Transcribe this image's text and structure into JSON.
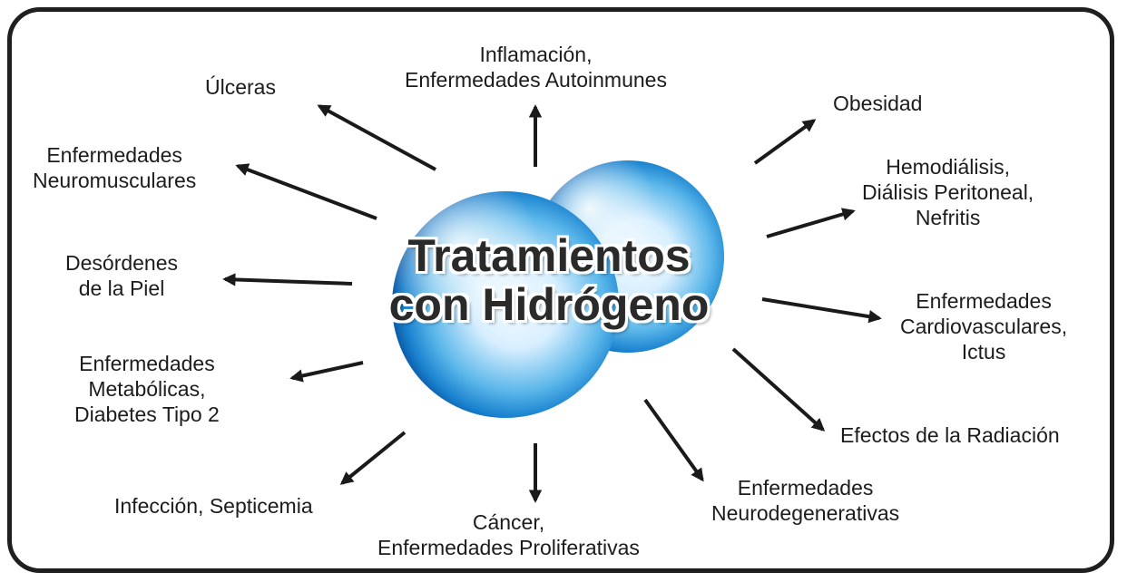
{
  "center": {
    "title_line1": "Tratamientos",
    "title_line2": "con Hidrógeno"
  },
  "nodes": [
    {
      "id": "ulceras",
      "lines": [
        "Úlceras"
      ]
    },
    {
      "id": "inflamacion",
      "lines": [
        "Inflamación,",
        "Enfermedades Autoinmunes"
      ]
    },
    {
      "id": "obesidad",
      "lines": [
        "Obesidad"
      ]
    },
    {
      "id": "neuromusculares",
      "lines": [
        "Enfermedades",
        "Neuromusculares"
      ]
    },
    {
      "id": "hemodialisis",
      "lines": [
        "Hemodiálisis,",
        "Diálisis Peritoneal,",
        "Nefritis"
      ]
    },
    {
      "id": "piel",
      "lines": [
        "Desórdenes",
        "de la Piel"
      ]
    },
    {
      "id": "cardiovasculares",
      "lines": [
        "Enfermedades",
        "Cardiovasculares,",
        "Ictus"
      ]
    },
    {
      "id": "metabolicas",
      "lines": [
        "Enfermedades",
        "Metabólicas,",
        "Diabetes Tipo 2"
      ]
    },
    {
      "id": "radiacion",
      "lines": [
        "Efectos de la Radiación"
      ]
    },
    {
      "id": "infeccion",
      "lines": [
        "Infección, Septicemia"
      ]
    },
    {
      "id": "cancer",
      "lines": [
        "Cáncer,",
        "Enfermedades Proliferativas"
      ]
    },
    {
      "id": "neurodegenerativas",
      "lines": [
        "Enfermedades",
        "Neurodegenerativas"
      ]
    }
  ],
  "colors": {
    "sphere_light": "#f4fbff",
    "sphere_mid": "#3ea8e4",
    "sphere_dark": "#0a5aa6",
    "arrow": "#1a1a1a",
    "frame": "#1f1f1f"
  }
}
